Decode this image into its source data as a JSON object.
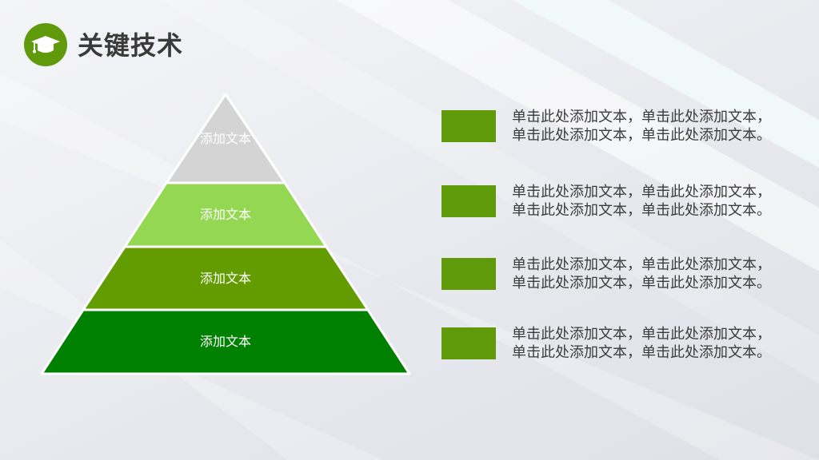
{
  "header": {
    "title": "关键技术",
    "icon": "graduation-cap-icon",
    "icon_color": "#5e9a0a"
  },
  "pyramid": {
    "tiers": [
      {
        "label": "添加文本",
        "color": "#d4d4d4"
      },
      {
        "label": "添加文本",
        "color": "#94d752"
      },
      {
        "label": "添加文本",
        "color": "#639c00"
      },
      {
        "label": "添加文本",
        "color": "#008000"
      }
    ]
  },
  "legend": {
    "swatch_color": "#5e9a0a",
    "items": [
      {
        "line1": "单击此处添加文本，单击此处添加文本，",
        "line2": "单击此处添加文本，单击此处添加文本。"
      },
      {
        "line1": "单击此处添加文本，单击此处添加文本，",
        "line2": "单击此处添加文本，单击此处添加文本。"
      },
      {
        "line1": "单击此处添加文本，单击此处添加文本，",
        "line2": "单击此处添加文本，单击此处添加文本。"
      },
      {
        "line1": "单击此处添加文本，单击此处添加文本，",
        "line2": "单击此处添加文本，单击此处添加文本。"
      }
    ]
  }
}
